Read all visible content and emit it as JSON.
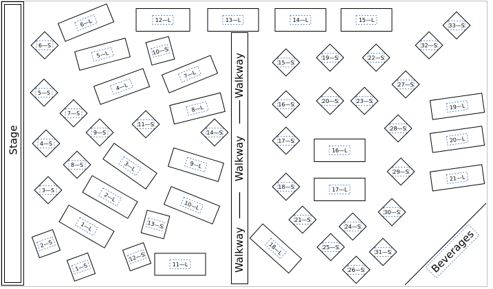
{
  "labels": {
    "stage": "Stage",
    "walkway_top": "Walkway",
    "walkway_mid": "Walkway",
    "walkway_bottom": "Walkway",
    "beverages": "Beverages"
  },
  "colors": {
    "table_stroke": "#000000",
    "label_stroke": "#2f6fb5",
    "background": "#ffffff"
  },
  "tables": [
    {
      "id": "t-1-L",
      "label": "1—L"
    },
    {
      "id": "t-2-L",
      "label": "2—L"
    },
    {
      "id": "t-3-L",
      "label": "3—L"
    },
    {
      "id": "t-4-L",
      "label": "4—L"
    },
    {
      "id": "t-5-L",
      "label": "5—L"
    },
    {
      "id": "t-6-L",
      "label": "6—L"
    },
    {
      "id": "t-7-L",
      "label": "7—L"
    },
    {
      "id": "t-8-L",
      "label": "8—L"
    },
    {
      "id": "t-9-L",
      "label": "9—L"
    },
    {
      "id": "t-10-L",
      "label": "10—L"
    },
    {
      "id": "t-11-L",
      "label": "11—L"
    },
    {
      "id": "t-12-L",
      "label": "12—L"
    },
    {
      "id": "t-13-L",
      "label": "13—L"
    },
    {
      "id": "t-14-L",
      "label": "14—L"
    },
    {
      "id": "t-15-L",
      "label": "15—L"
    },
    {
      "id": "t-16-L",
      "label": "16—L"
    },
    {
      "id": "t-17-L",
      "label": "17—L"
    },
    {
      "id": "t-18-L",
      "label": "18—L"
    },
    {
      "id": "t-19-L",
      "label": "19—L"
    },
    {
      "id": "t-20-L",
      "label": "20—L"
    },
    {
      "id": "t-21-L",
      "label": "21—L"
    },
    {
      "id": "t-1-S",
      "label": "1—S"
    },
    {
      "id": "t-2-S",
      "label": "2—S"
    },
    {
      "id": "t-3-S",
      "label": "3—S"
    },
    {
      "id": "t-4-S",
      "label": "4—S"
    },
    {
      "id": "t-5-S",
      "label": "5—S"
    },
    {
      "id": "t-6-S",
      "label": "6—S"
    },
    {
      "id": "t-7-S",
      "label": "7—S"
    },
    {
      "id": "t-8-S",
      "label": "8—S"
    },
    {
      "id": "t-9-S",
      "label": "9—S"
    },
    {
      "id": "t-10-S",
      "label": "10—S"
    },
    {
      "id": "t-11-S",
      "label": "11—S"
    },
    {
      "id": "t-12-S",
      "label": "12—S"
    },
    {
      "id": "t-13-S",
      "label": "13—S"
    },
    {
      "id": "t-14-S",
      "label": "14—S"
    },
    {
      "id": "t-15-S",
      "label": "15—S"
    },
    {
      "id": "t-16-S",
      "label": "16—S"
    },
    {
      "id": "t-17-S",
      "label": "17—S"
    },
    {
      "id": "t-18-S",
      "label": "18—S"
    },
    {
      "id": "t-19-S",
      "label": "19—S"
    },
    {
      "id": "t-20-S",
      "label": "20—S"
    },
    {
      "id": "t-21-S",
      "label": "21—S"
    },
    {
      "id": "t-22-S",
      "label": "22—S"
    },
    {
      "id": "t-23-S",
      "label": "23—S"
    },
    {
      "id": "t-24-S",
      "label": "24—S"
    },
    {
      "id": "t-25-S",
      "label": "25—S"
    },
    {
      "id": "t-26-S",
      "label": "26—S"
    },
    {
      "id": "t-27-S",
      "label": "27—S"
    },
    {
      "id": "t-28-S",
      "label": "28—S"
    },
    {
      "id": "t-29-S",
      "label": "29—S"
    },
    {
      "id": "t-30-S",
      "label": "30—S"
    },
    {
      "id": "t-31-S",
      "label": "31—S"
    },
    {
      "id": "t-32-S",
      "label": "32—S"
    },
    {
      "id": "t-33-S",
      "label": "33—S"
    }
  ]
}
